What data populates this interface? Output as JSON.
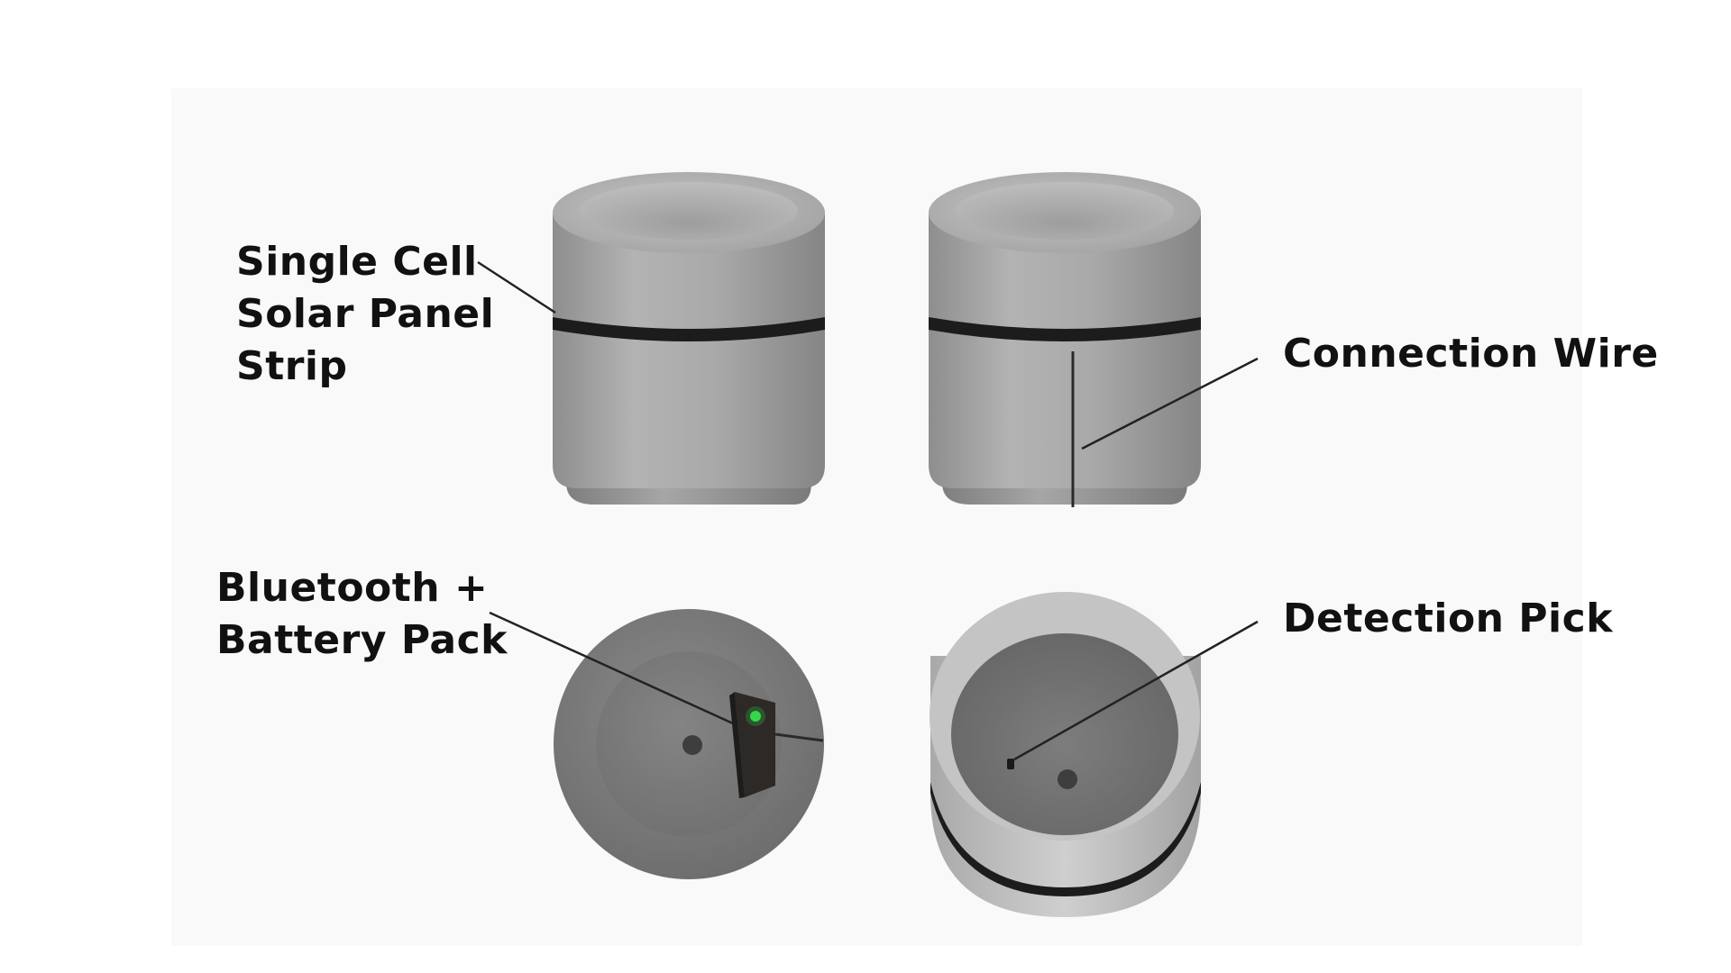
{
  "labels": {
    "solar_panel": [
      "Single Cell",
      "Solar Panel",
      "Strip"
    ],
    "connection_wire": "Connection Wire",
    "bluetooth_battery": [
      "Bluetooth +",
      "Battery Pack"
    ],
    "detection_pick": "Detection Pick"
  },
  "colors": {
    "background": "#ffffff",
    "panel_background": "#f9f9f9",
    "concrete_light": "#b4b4b4",
    "concrete_dark": "#7a7a7a",
    "solar_strip": "#1c1c1c",
    "label_text": "#111111",
    "leader_line": "#222222",
    "led": "#35d64a"
  }
}
